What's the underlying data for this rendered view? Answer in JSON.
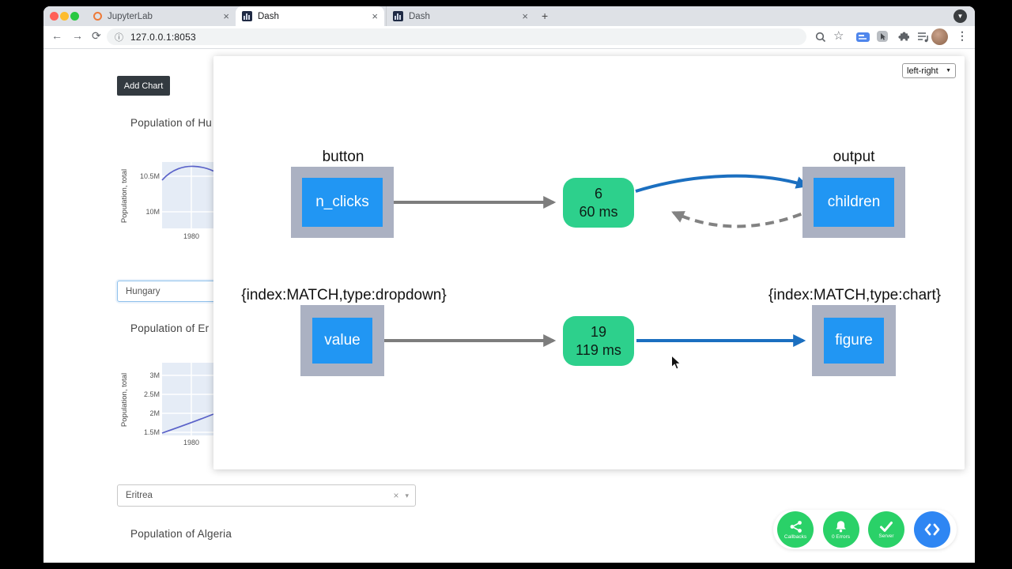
{
  "browser": {
    "tabs": [
      {
        "label": "JupyterLab",
        "close_glyph": "×"
      },
      {
        "label": "Dash",
        "close_glyph": "×"
      },
      {
        "label": "Dash",
        "close_glyph": "×"
      }
    ],
    "new_tab_glyph": "+",
    "tab_overflow_glyph": "▼",
    "back_glyph": "←",
    "forward_glyph": "→",
    "reload_glyph": "⟳",
    "site_info_glyph": "ⓘ",
    "url": "127.0.0.1:8053",
    "bookmark_glyph": "☆",
    "menu_glyph": "⋮"
  },
  "page": {
    "add_chart_label": "Add Chart",
    "chart1": {
      "title": "Population of Hu",
      "ylabel": "Population, total",
      "yticks": [
        "10.5M",
        "10M"
      ],
      "xtick": "1980"
    },
    "dropdown1": {
      "value": "Hungary"
    },
    "chart2": {
      "title": "Population of Er",
      "ylabel": "Population, total",
      "yticks": [
        "3M",
        "2.5M",
        "2M",
        "1.5M"
      ],
      "xtick": "1980"
    },
    "dropdown2": {
      "value": "Eritrea",
      "clear_glyph": "×",
      "caret_glyph": "▾"
    },
    "chart3_title": "Population of Algeria"
  },
  "graph": {
    "layout_select": {
      "value": "left-right",
      "caret": "▼"
    },
    "rows": [
      {
        "input_component": "button",
        "input_prop": "n_clicks",
        "call_count": "6",
        "duration": "60 ms",
        "output_component": "output",
        "output_prop": "children"
      },
      {
        "input_component": "{index:MATCH,type:dropdown}",
        "input_prop": "value",
        "call_count": "19",
        "duration": "119 ms",
        "output_component": "{index:MATCH,type:chart}",
        "output_prop": "figure"
      }
    ]
  },
  "devtools": {
    "callbacks_label": "Callbacks",
    "errors_label": "0 Errors",
    "server_label": "Server"
  },
  "colors": {
    "node_blue": "#2196f3",
    "node_green": "#2dd08c",
    "container_gray": "#abb1c2",
    "edge_gray": "#7d7d7d",
    "edge_blue": "#1b6fc0",
    "devtools_green": "#2ad168",
    "devtools_blue": "#2e86f3"
  }
}
